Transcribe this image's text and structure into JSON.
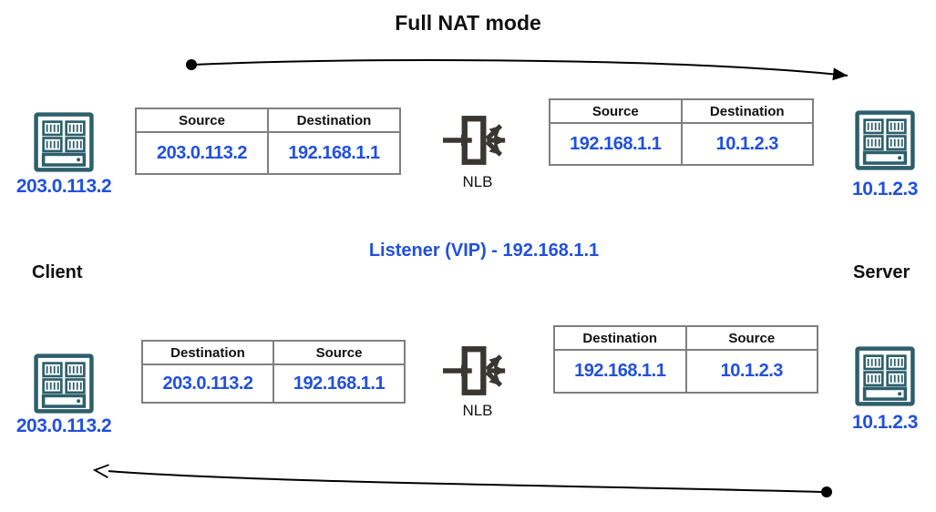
{
  "title": "Full NAT mode",
  "roles": {
    "client": "Client",
    "server": "Server"
  },
  "listener_label": "Listener (VIP) - 192.168.1.1",
  "client_ip": "203.0.113.2",
  "server_ip": "10.1.2.3",
  "nlb_label": "NLB",
  "icons": {
    "client": "server-rack-icon",
    "server": "server-rack-icon",
    "nlb": "load-balancer-icon"
  },
  "tables": {
    "request_client": {
      "headers": [
        "Source",
        "Destination"
      ],
      "values": [
        "203.0.113.2",
        "192.168.1.1"
      ]
    },
    "request_server": {
      "headers": [
        "Source",
        "Destination"
      ],
      "values": [
        "192.168.1.1",
        "10.1.2.3"
      ]
    },
    "response_client": {
      "headers": [
        "Destination",
        "Source"
      ],
      "values": [
        "203.0.113.2",
        "192.168.1.1"
      ]
    },
    "response_server": {
      "headers": [
        "Destination",
        "Source"
      ],
      "values": [
        "192.168.1.1",
        "10.1.2.3"
      ]
    }
  },
  "colors": {
    "ip_blue": "#2150e0",
    "icon_teal": "#2d5f6b",
    "icon_dark": "#3a3632",
    "table_border": "#7f7f7f",
    "arrow_black": "#000000"
  }
}
